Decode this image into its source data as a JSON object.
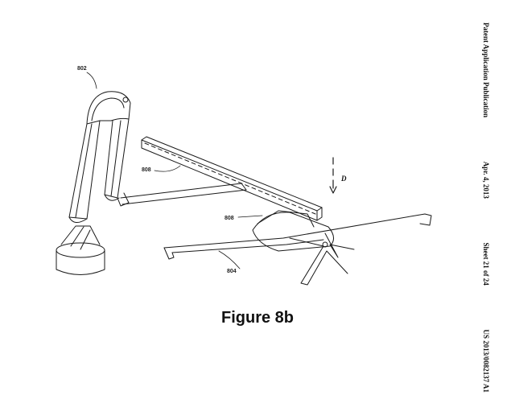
{
  "header": {
    "publication": "Patent Application Publication",
    "date": "Apr. 4, 2013",
    "sheet": "Sheet 21 of 24",
    "number": "US 2013/0082137 A1"
  },
  "figure": {
    "caption": "Figure 8b",
    "labels": {
      "arm": "802",
      "boom": "808",
      "fixture": "808",
      "aircraft": "804",
      "direction": "D"
    }
  }
}
